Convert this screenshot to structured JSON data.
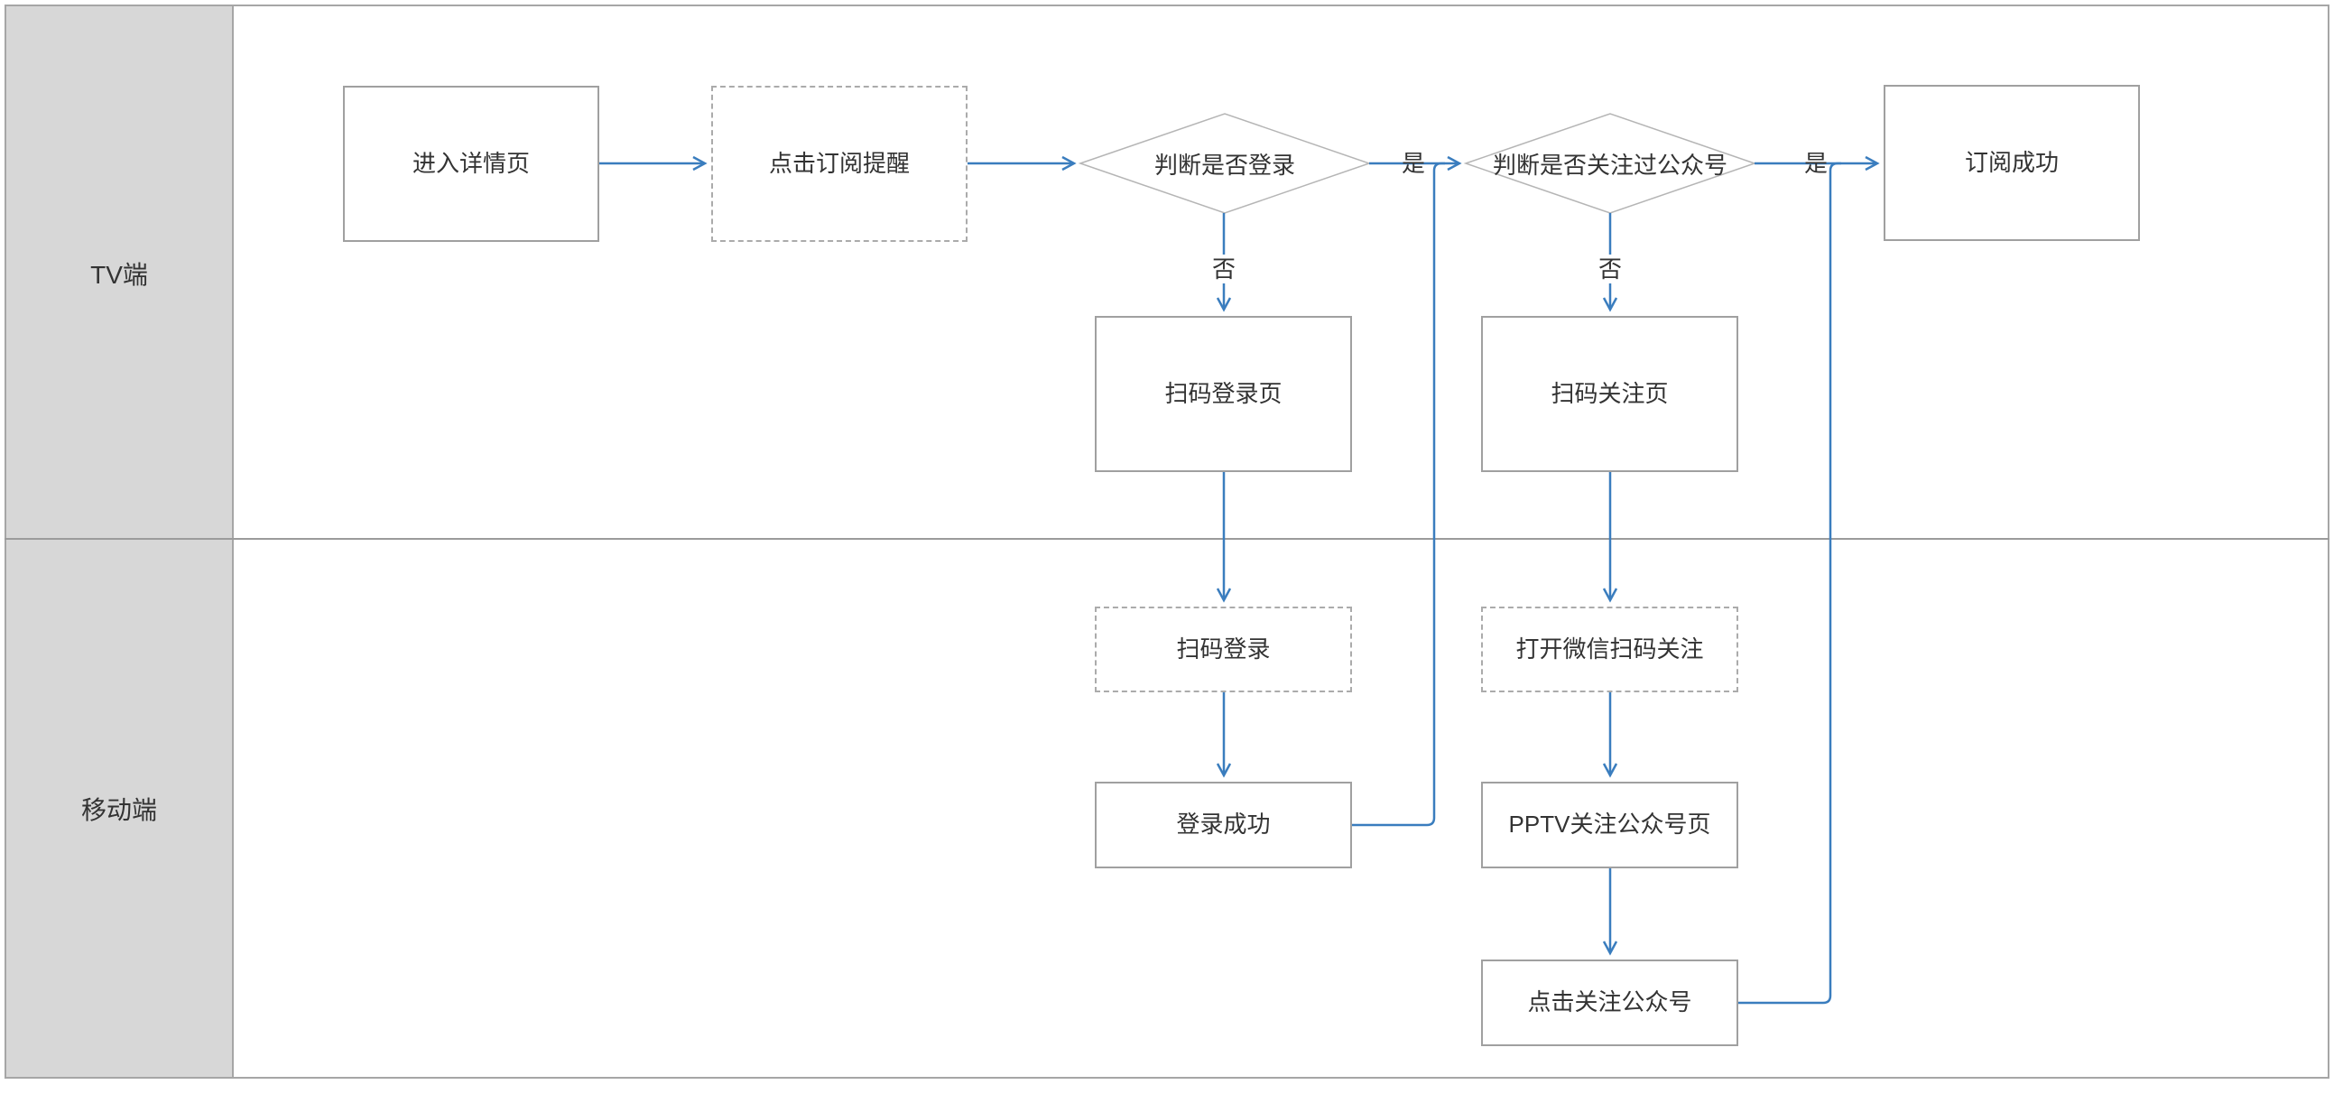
{
  "lanes": [
    {
      "label": "TV端"
    },
    {
      "label": "移动端"
    }
  ],
  "nodes": {
    "enter_detail": {
      "label": "进入详情页"
    },
    "click_subscribe": {
      "label": "点击订阅提醒"
    },
    "check_login": {
      "label": "判断是否登录"
    },
    "check_followed": {
      "label": "判断是否关注过公众号"
    },
    "subscribe_success": {
      "label": "订阅成功"
    },
    "scan_login_page": {
      "label": "扫码登录页"
    },
    "scan_follow_page": {
      "label": "扫码关注页"
    },
    "scan_login": {
      "label": "扫码登录"
    },
    "open_wechat_scan": {
      "label": "打开微信扫码关注"
    },
    "login_success": {
      "label": "登录成功"
    },
    "pptv_follow_page": {
      "label": "PPTV关注公众号页"
    },
    "click_follow": {
      "label": "点击关注公众号"
    }
  },
  "edge_labels": {
    "yes1": "是",
    "no1": "否",
    "yes2": "是",
    "no2": "否"
  },
  "colors": {
    "connector_blue": "#3A7DBE",
    "lane_header_fill": "#d7d7d7",
    "frame_border": "#a6a6a6",
    "box_border": "#a0a0a0",
    "text": "#333333"
  }
}
